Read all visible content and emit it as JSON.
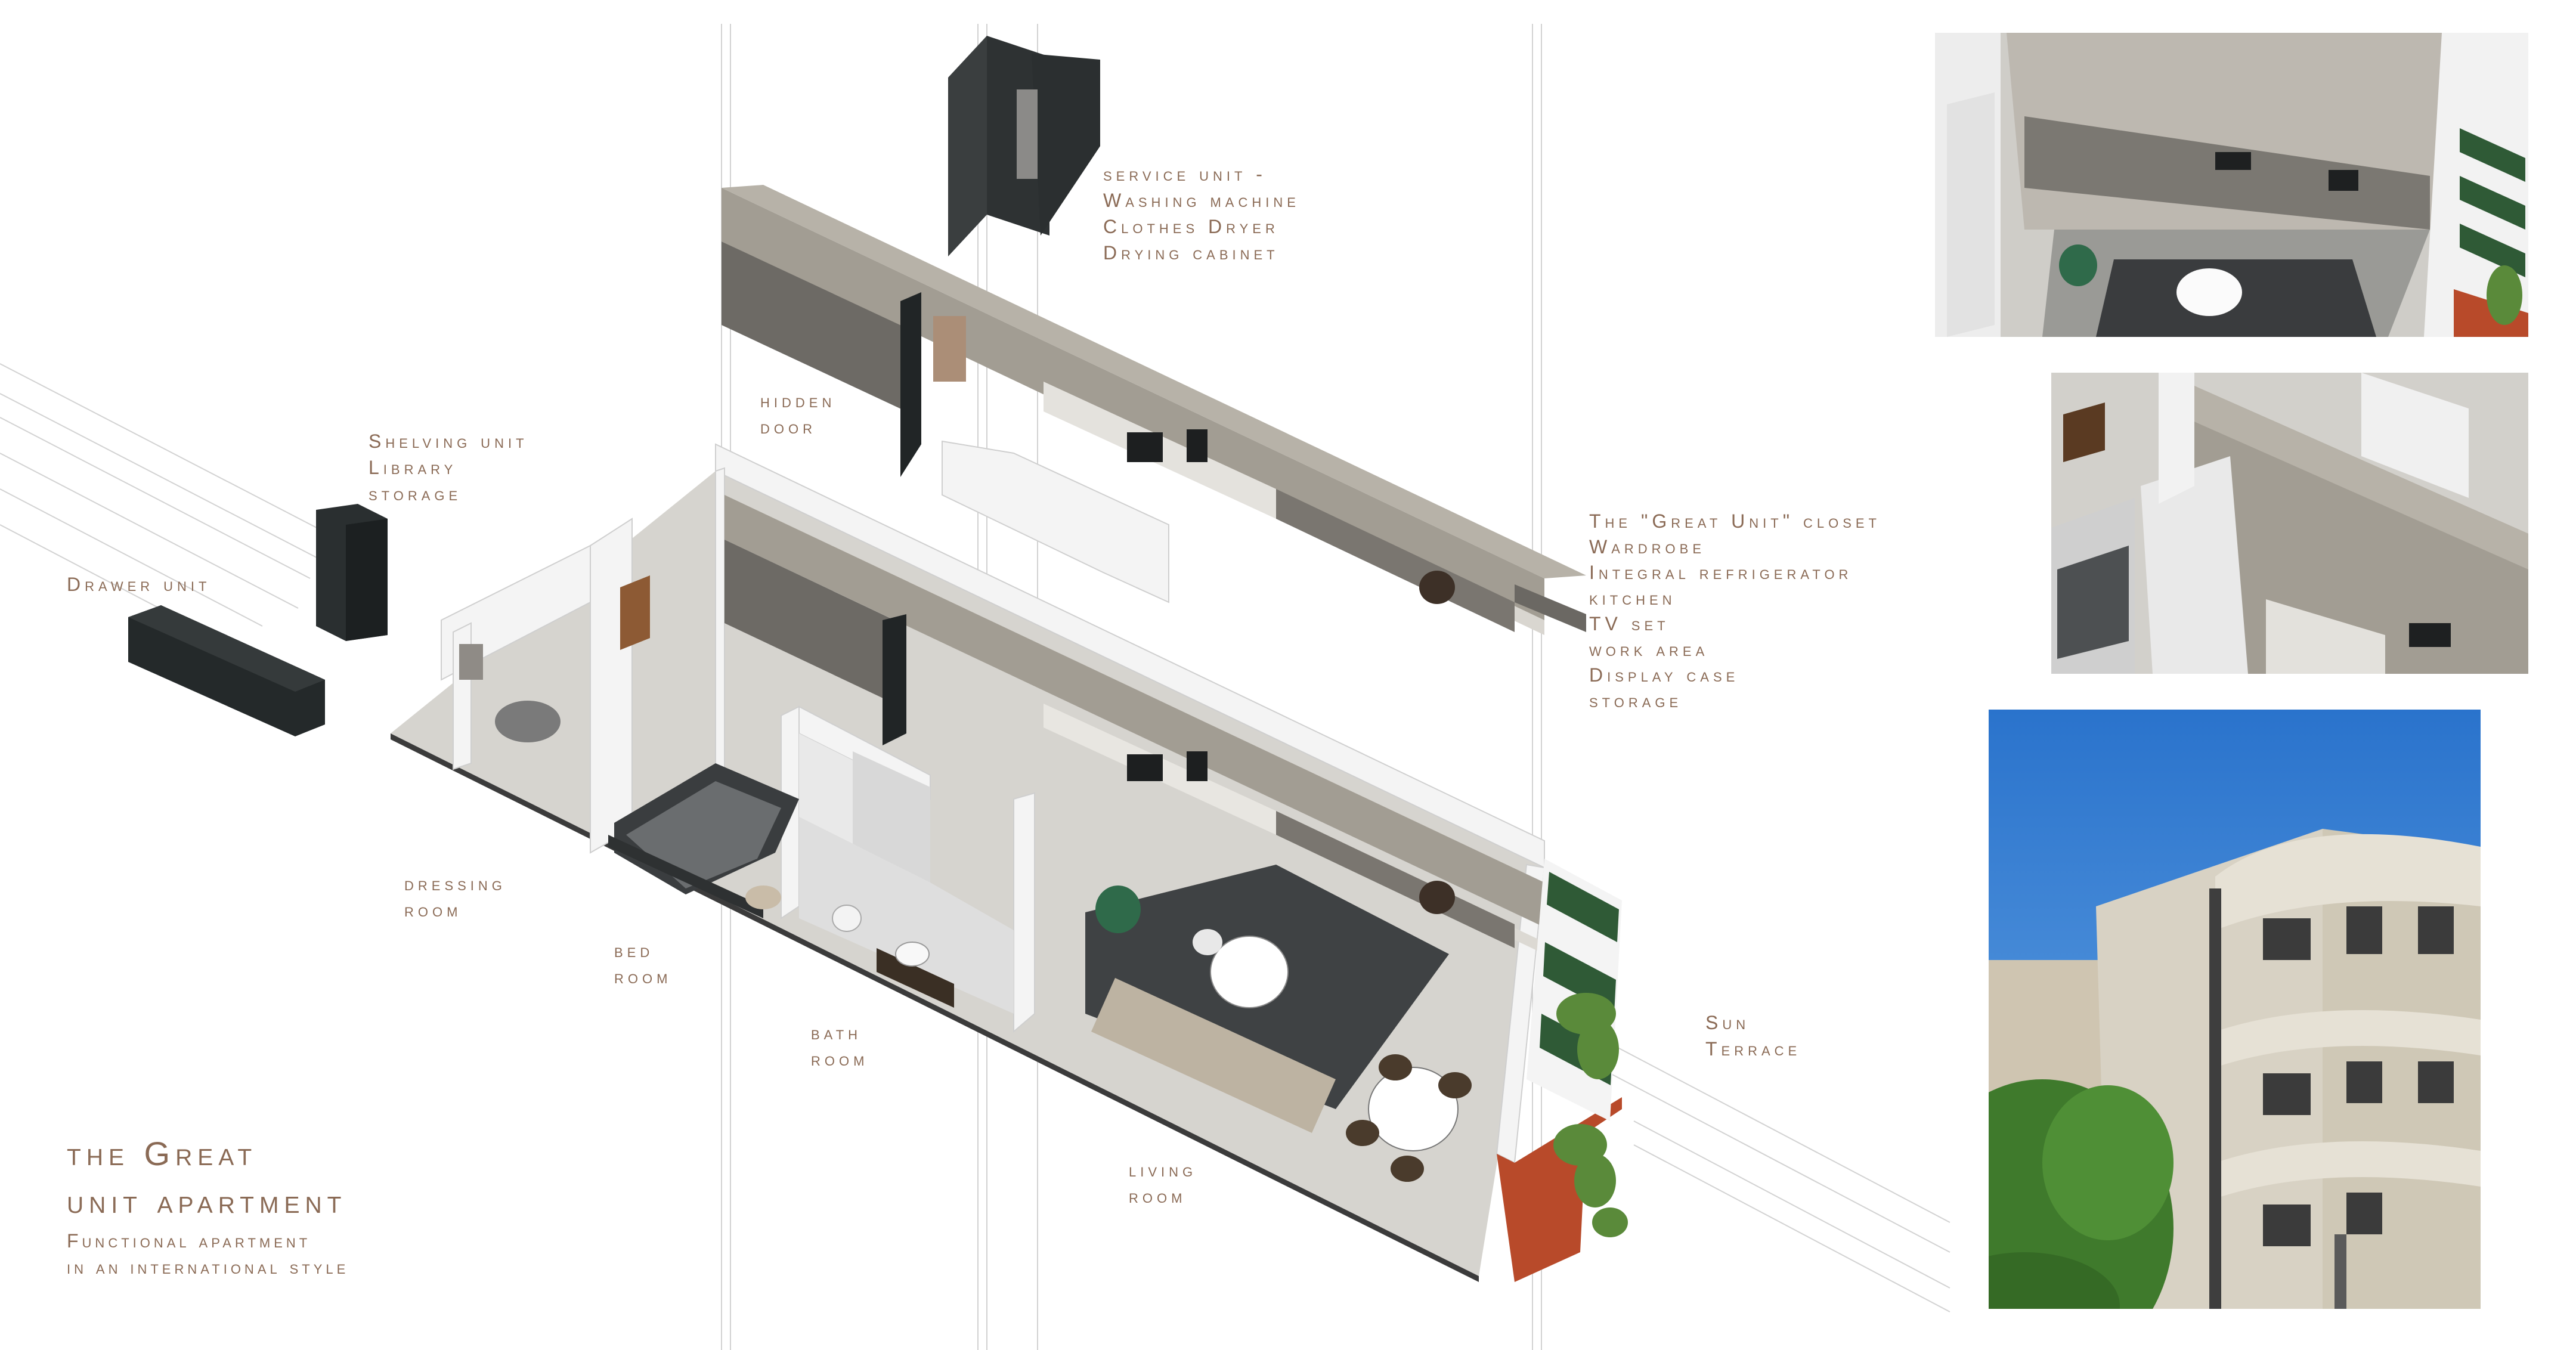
{
  "title": {
    "line1": "the Great",
    "line2": "unit apartment",
    "sub1": "Functional apartment",
    "sub2": "in an international style"
  },
  "labels": {
    "service": [
      "service unit -",
      "Washing machine",
      "Clothes Dryer",
      "Drying cabinet"
    ],
    "hidden_door": [
      "hidden",
      "door"
    ],
    "shelving": [
      "Shelving unit",
      "Library",
      "storage"
    ],
    "drawer": [
      "Drawer unit"
    ],
    "great_unit": [
      "The \"Great Unit\" closet",
      "Wardrobe",
      "Integral refrigerator",
      "kitchen",
      "TV set",
      "work area",
      "Display case",
      "storage"
    ],
    "dressing": [
      "dressing",
      "room"
    ],
    "bed": [
      "bed",
      "room"
    ],
    "bath": [
      "bath",
      "room"
    ],
    "living": [
      "living",
      "room"
    ],
    "terrace": [
      "Sun",
      "Terrace"
    ]
  },
  "colors": {
    "label_text": "#8a6a55",
    "closet": "#6b6863",
    "closet_top": "#a29d93",
    "floor": "#d4d2cd",
    "wall": "#f2f2f2",
    "dark_unit": "#24292a",
    "terrace_tile": "#b84a2a",
    "awning_green": "#2f5a36",
    "sky": "#2f7dd1",
    "plant": "#5a8a3a"
  }
}
